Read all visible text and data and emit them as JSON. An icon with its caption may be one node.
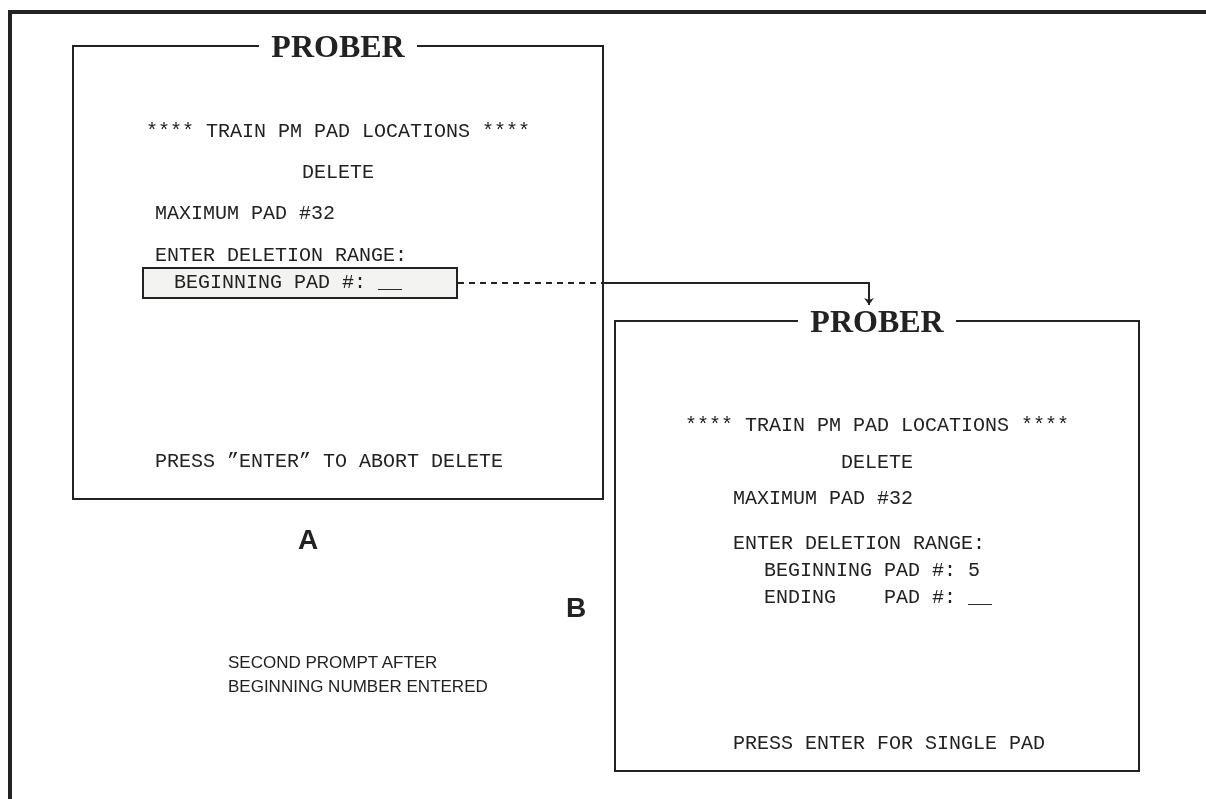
{
  "diagram": {
    "nodes": [
      {
        "text": [
          "PROBER",
          "**** TRAIN PM PAD LOCATIONS ****",
          "DELETE",
          "MAXIMUM PAD #32",
          "ENTER DELETION RANGE:",
          "PRESS ”ENTER” TO ABORT DELETE"
        ],
        "beside": [
          "A"
        ]
      },
      {
        "text": [
          "BEGINNING PAD #: __"
        ],
        "in": 0
      },
      {
        "text": [
          "PROBER",
          "**** TRAIN PM PAD LOCATIONS ****",
          "DELETE",
          "MAXIMUM PAD #32",
          "ENTER DELETION RANGE:",
          "BEGINNING PAD #: 5",
          "ENDING    PAD #: __",
          "PRESS ENTER FOR SINGLE PAD"
        ],
        "beside": [
          "B"
        ]
      }
    ],
    "edges": [
      {
        "from": 1,
        "to": 2,
        "arrow": "to"
      }
    ],
    "labels": [
      "SECOND PROMPT AFTER BEGINNING NUMBER ENTERED"
    ]
  }
}
